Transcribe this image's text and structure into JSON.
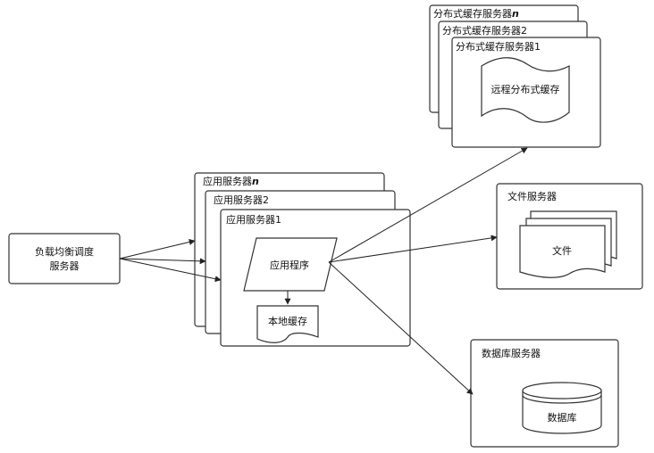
{
  "nodes": {
    "load_balancer": {
      "line1": "负载均衡调度",
      "line2": "服务器"
    },
    "app_server_n": "应用服务器",
    "app_server_n_suffix": "n",
    "app_server_2": "应用服务器2",
    "app_server_1": "应用服务器1",
    "app_program": "应用程序",
    "local_cache": "本地缓存",
    "cache_server_n": "分布式缓存服务器",
    "cache_server_n_suffix": "n",
    "cache_server_2": "分布式缓存服务器2",
    "cache_server_1": "分布式缓存服务器1",
    "remote_cache": "远程分布式缓存",
    "file_server": "文件服务器",
    "file": "文件",
    "db_server": "数据库服务器",
    "database": "数据库"
  }
}
